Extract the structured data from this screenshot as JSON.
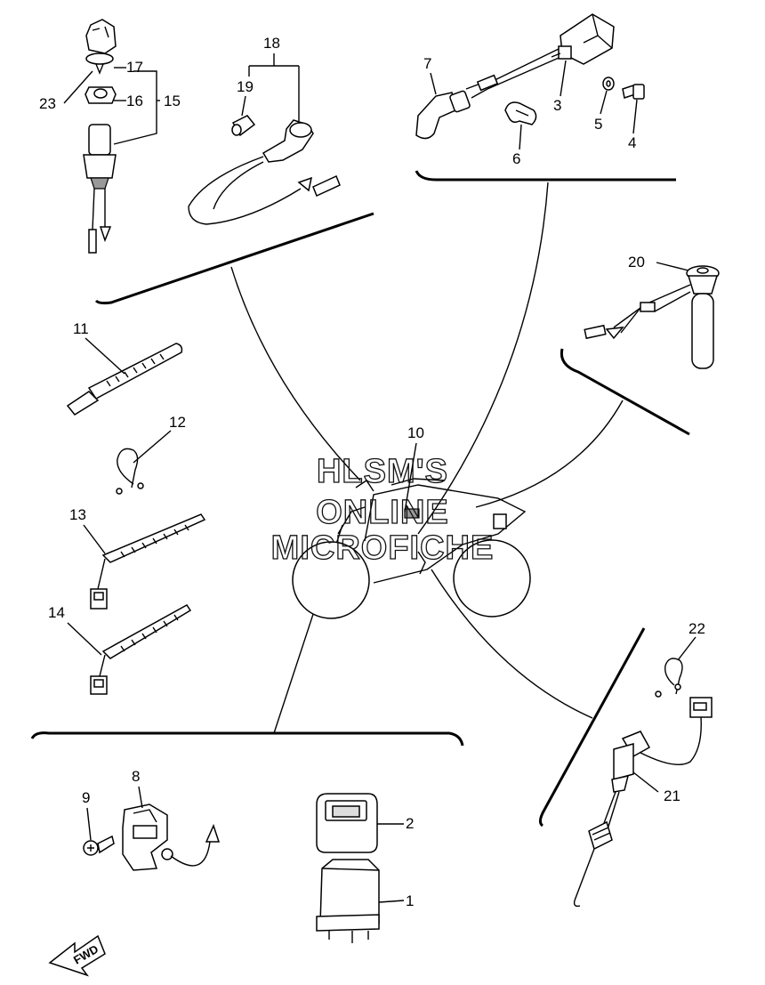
{
  "watermark": {
    "line1": "HLSM'S",
    "line2": "ONLINE",
    "line3": "MICROFICHE"
  },
  "fwd_label": "FWD",
  "callouts": {
    "c1": "1",
    "c2": "2",
    "c3": "3",
    "c4": "4",
    "c5": "5",
    "c6": "6",
    "c7": "7",
    "c8": "8",
    "c9": "9",
    "c10": "10",
    "c11": "11",
    "c12": "12",
    "c13": "13",
    "c14": "14",
    "c15": "15",
    "c16": "16",
    "c17": "17",
    "c18": "18",
    "c19": "19",
    "c20": "20",
    "c21": "21",
    "c22": "22",
    "c23": "23"
  }
}
